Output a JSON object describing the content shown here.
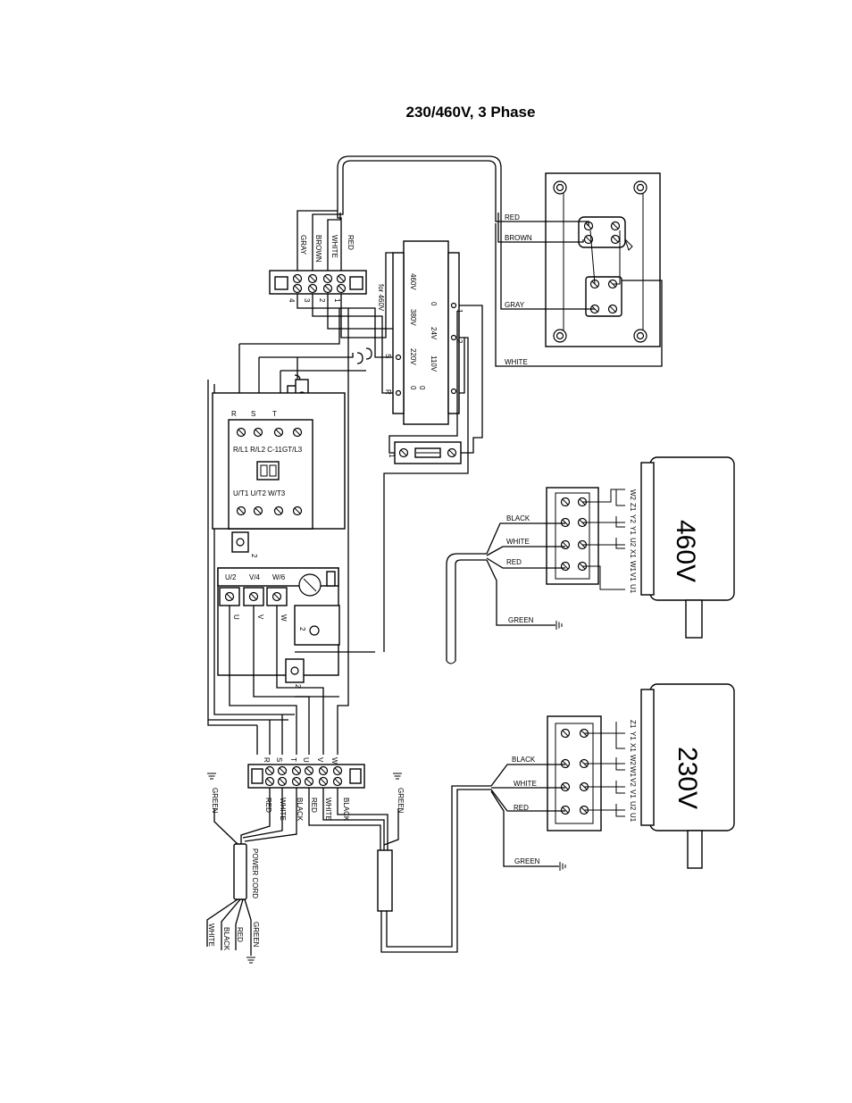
{
  "diagram": {
    "title": "230/460V, 3 Phase",
    "top_terminal": {
      "wires": [
        "GRAY",
        "BROWN",
        "WHITE",
        "RED"
      ],
      "numbers": [
        "4",
        "3",
        "2",
        "1"
      ]
    },
    "transformer": {
      "left": [
        "460V",
        "380V",
        "220V",
        "0"
      ],
      "left_note": "for 460V",
      "left_pins": [
        "S",
        "R"
      ],
      "right": [
        "0",
        "24V",
        "110V"
      ],
      "right_mid": "0",
      "right_pins": [
        "1",
        "2"
      ]
    },
    "switch": {
      "wires": [
        "RED",
        "BROWN",
        "GRAY",
        "WHITE"
      ]
    },
    "fuse": {
      "pin": "1"
    },
    "ground_numbers": [
      "4",
      "2",
      "2",
      "2"
    ],
    "contactor": {
      "top_labels": [
        "R",
        "S",
        "T"
      ],
      "input": "R/L1  R/L2  C-11GT/L3",
      "output": "U/T1  U/T2  W/T3"
    },
    "overload": {
      "labels": [
        "U/2",
        "V/4",
        "W/6"
      ],
      "pins": [
        "U",
        "V",
        "W"
      ]
    },
    "bottom_terminal": {
      "labels": [
        "R",
        "S",
        "T",
        "U",
        "V",
        "W"
      ],
      "wires": [
        "RED",
        "WHITE",
        "BLACK",
        "RED",
        "WHITE",
        "BLACK"
      ],
      "greens": [
        "GREEN",
        "GREEN"
      ]
    },
    "power_cord": {
      "label": "POWER CORD",
      "wires": [
        "GREEN",
        "RED",
        "BLACK",
        "WHITE"
      ]
    },
    "motor_460": {
      "voltage": "460V",
      "wires": [
        "BLACK",
        "WHITE",
        "RED",
        "GREEN"
      ],
      "terminals": [
        "W2",
        "Z1",
        "Y2",
        "Y1",
        "U2",
        "X1",
        "W1",
        "V1",
        "U1"
      ]
    },
    "motor_230": {
      "voltage": "230V",
      "wires": [
        "BLACK",
        "WHITE",
        "RED",
        "GREEN"
      ],
      "terminals": [
        "Z1",
        "Y1",
        "X1",
        "W2",
        "W1",
        "V2",
        "V1",
        "U2",
        "U1"
      ]
    }
  }
}
